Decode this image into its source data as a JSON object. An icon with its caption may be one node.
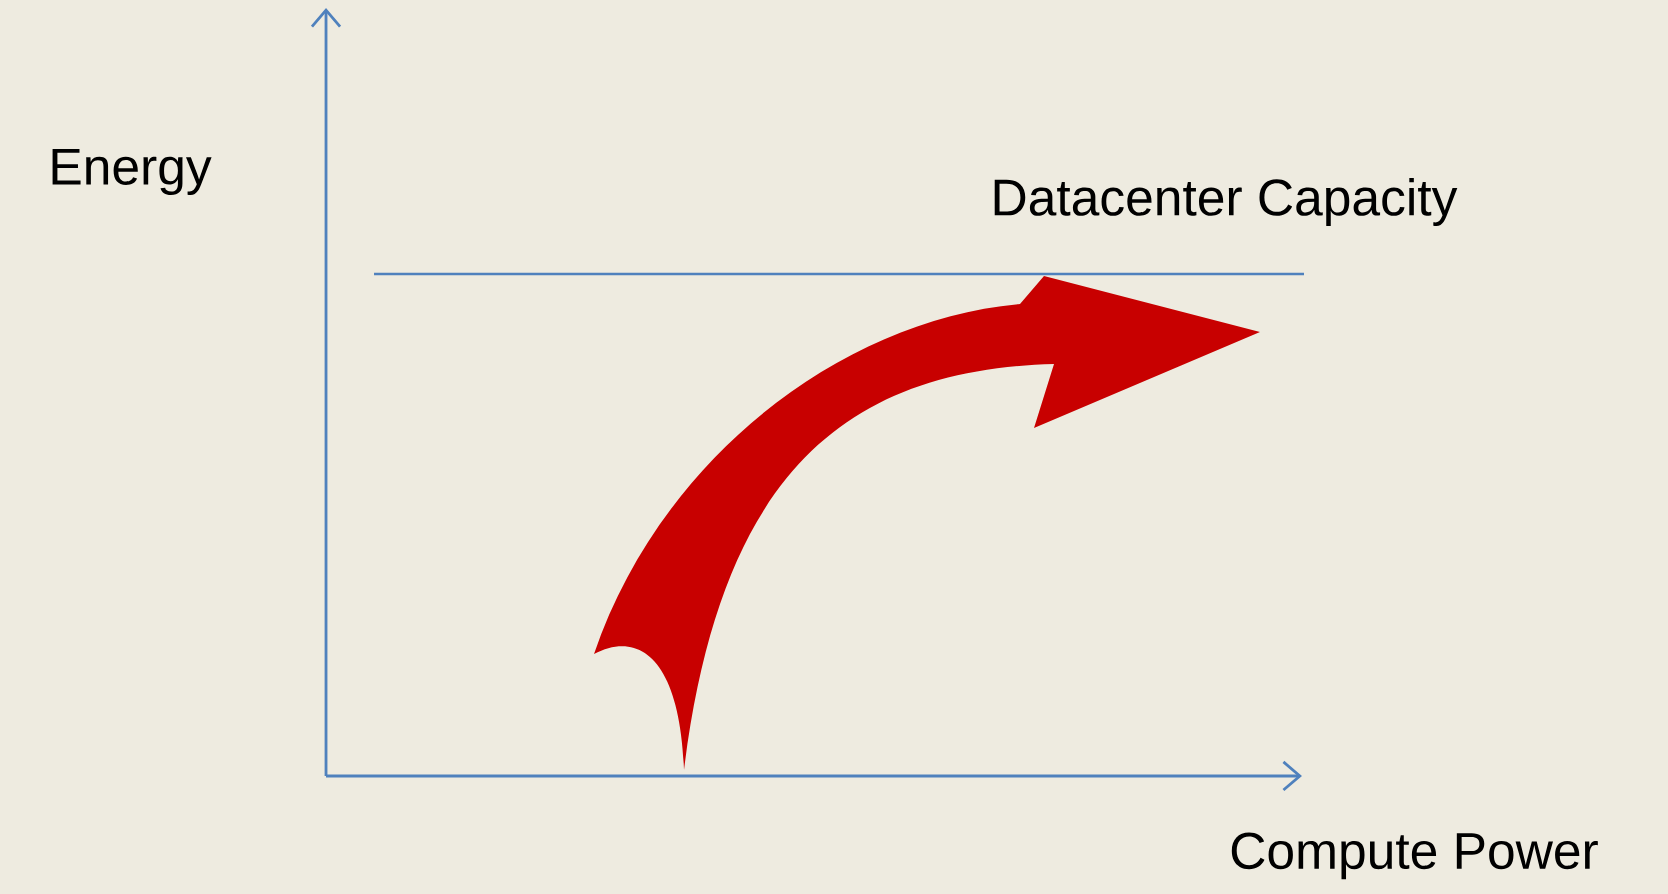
{
  "diagram": {
    "labels": [
      "Energy",
      "Datacenter Capacity",
      "Compute Power"
    ]
  }
}
